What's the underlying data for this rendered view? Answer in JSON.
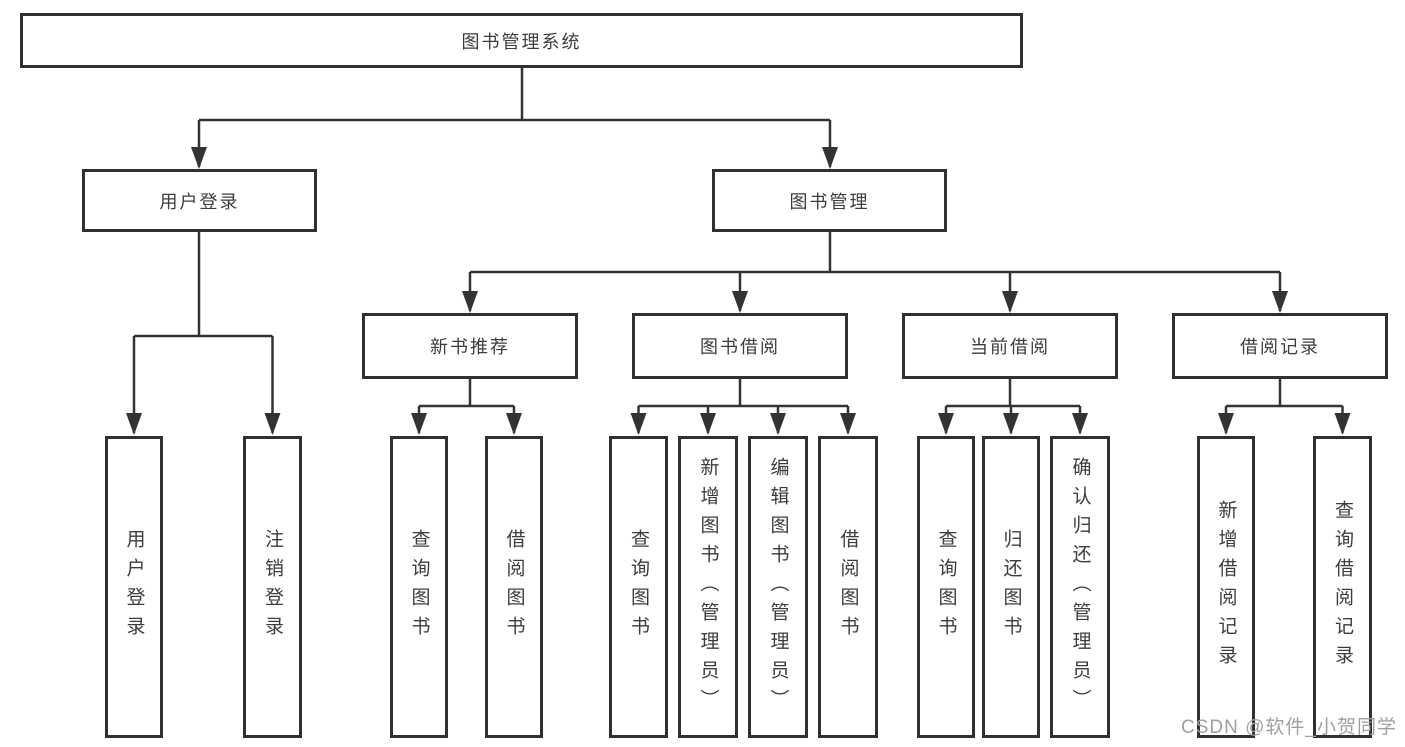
{
  "diagram": {
    "watermark": "CSDN @软件_小贺同学",
    "colors": {
      "line": "#333333",
      "box_border": "#303030",
      "text": "#3c3c3c",
      "watermark": "#a0a0a0",
      "background": "#ffffff"
    },
    "tree": {
      "label": "图书管理系统",
      "children": [
        {
          "label": "用户登录",
          "children": [
            {
              "label": "用户登录"
            },
            {
              "label": "注销登录"
            }
          ]
        },
        {
          "label": "图书管理",
          "children": [
            {
              "label": "新书推荐",
              "children": [
                {
                  "label": "查询图书"
                },
                {
                  "label": "借阅图书"
                }
              ]
            },
            {
              "label": "图书借阅",
              "children": [
                {
                  "label": "查询图书"
                },
                {
                  "label": "新增图书（管理员）"
                },
                {
                  "label": "编辑图书（管理员）"
                },
                {
                  "label": "借阅图书"
                }
              ]
            },
            {
              "label": "当前借阅",
              "children": [
                {
                  "label": "查询图书"
                },
                {
                  "label": "归还图书"
                },
                {
                  "label": "确认归还（管理员）"
                }
              ]
            },
            {
              "label": "借阅记录",
              "children": [
                {
                  "label": "新增借阅记录"
                },
                {
                  "label": "查询借阅记录"
                }
              ]
            }
          ]
        }
      ]
    }
  }
}
